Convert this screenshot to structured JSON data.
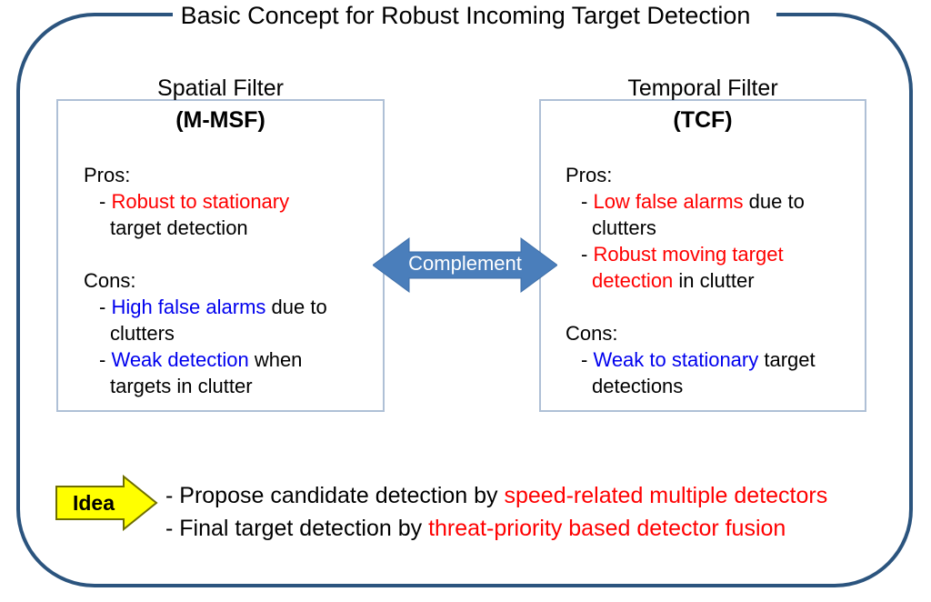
{
  "title": "Basic Concept for Robust Incoming Target Detection",
  "panels": {
    "left": {
      "heading": "Spatial Filter",
      "subheading": "(M-MSF)",
      "pros_label": "Pros:",
      "cons_label": "Cons:",
      "pros": [
        {
          "bullet": "-",
          "highlight": "Robust to stationary",
          "highlight_color": "#FF0000",
          "rest": "",
          "continuation": "target detection"
        }
      ],
      "cons": [
        {
          "bullet": "-",
          "highlight": "High false alarms",
          "highlight_color": "#0000EE",
          "rest": " due to",
          "continuation": "clutters"
        },
        {
          "bullet": "-",
          "highlight": "Weak detection",
          "highlight_color": "#0000EE",
          "rest": " when",
          "continuation": "targets in clutter"
        }
      ]
    },
    "right": {
      "heading": "Temporal Filter",
      "subheading": "(TCF)",
      "pros_label": "Pros:",
      "cons_label": "Cons:",
      "pros": [
        {
          "bullet": "-",
          "highlight": "Low false alarms",
          "highlight_color": "#FF0000",
          "rest": " due to",
          "continuation": "clutters"
        },
        {
          "bullet": "-",
          "highlight": "Robust  moving target",
          "highlight_color": "#FF0000",
          "rest": "",
          "continuation_highlight": "detection",
          "continuation_rest": " in clutter"
        }
      ],
      "cons": [
        {
          "bullet": "-",
          "highlight": "Weak to stationary",
          "highlight_color": "#0000EE",
          "rest": " target",
          "continuation": "detections"
        }
      ]
    }
  },
  "complement": {
    "label": "Complement",
    "arrow_color": "#4A7EBB",
    "arrow_stroke": "#3F6FA8",
    "text_color": "#FFFFFF"
  },
  "idea": {
    "badge_label": "Idea",
    "badge_fill": "#FFFF00",
    "badge_stroke": "#7A7A00",
    "lines": [
      {
        "bullet": "- ",
        "black": "Propose candidate detection by ",
        "red": "speed-related multiple detectors"
      },
      {
        "bullet": "- ",
        "black": "Final target detection by ",
        "red": "threat-priority based detector fusion"
      }
    ],
    "red_color": "#FF0000"
  },
  "colors": {
    "frame_border": "#2B547E",
    "panel_border": "#AFC0D6",
    "background": "#FFFFFF"
  }
}
